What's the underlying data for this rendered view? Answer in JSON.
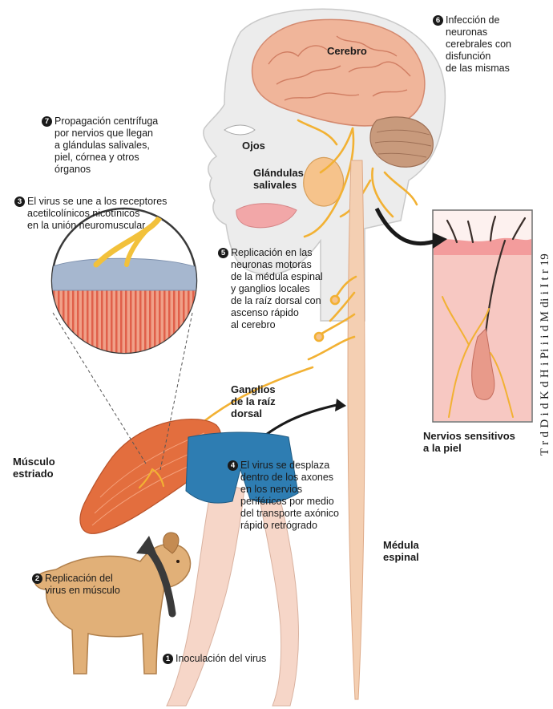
{
  "labels": {
    "cerebro": "Cerebro",
    "ojos": "Ojos",
    "glandulas": "Glándulas\nsalivales",
    "musculo": "Músculo\nestriado",
    "ganglios": "Ganglios\nde la raíz\ndorsal",
    "nervios": "Nervios sensitivos\na la piel",
    "medula": "Médula\nespinal"
  },
  "steps": [
    {
      "num": "1",
      "text": "Inoculación del virus"
    },
    {
      "num": "2",
      "text": "Replicación del\nvirus en músculo"
    },
    {
      "num": "3",
      "text": "El virus se une a los receptores\nacetilcolínicos nicotínicos\nen la unión neuromuscular"
    },
    {
      "num": "4",
      "text": "El virus se desplaza\ndentro de los axones\nen los nervios\nperiféricos por medio\ndel transporte axónico\nrápido retrógrado"
    },
    {
      "num": "5",
      "text": "Replicación en las\nneuronas motoras\nde la médula espinal\ny ganglios locales\nde la raíz dorsal con\nascenso rápido\nal cerebro"
    },
    {
      "num": "6",
      "text": "Infección de\nneuronas\ncerebrales con\ndisfunción\nde las mismas"
    },
    {
      "num": "7",
      "text": "Propagación centrífuga\npor nervios que llegan\na glándulas salivales,\npiel, córnea y otros\nórganos"
    }
  ],
  "sidebar_text": "T    r  d  D      i d  K      d  H     i  Pi  i i  d  M di i  I  t  r  19"
}
